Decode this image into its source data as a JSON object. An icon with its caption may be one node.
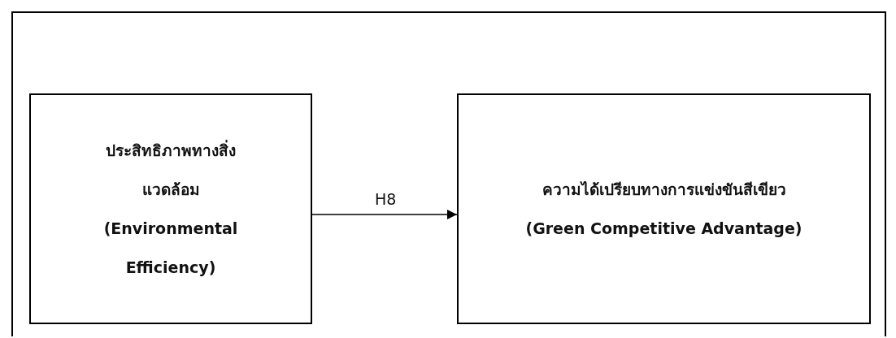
{
  "diagram": {
    "nodes": [
      {
        "text": [
          "ประสิทธิภาพทางสิ่งแวดล้อม",
          "(Environmental Efficiency)"
        ]
      },
      {
        "text": [
          "ความได้เปรียบทางการแข่งขันสีเขียว",
          "(Green Competitive Advantage)"
        ]
      }
    ],
    "edges": [
      {
        "from": 0,
        "to": 1,
        "arrow": "to",
        "label": "H8"
      }
    ]
  }
}
